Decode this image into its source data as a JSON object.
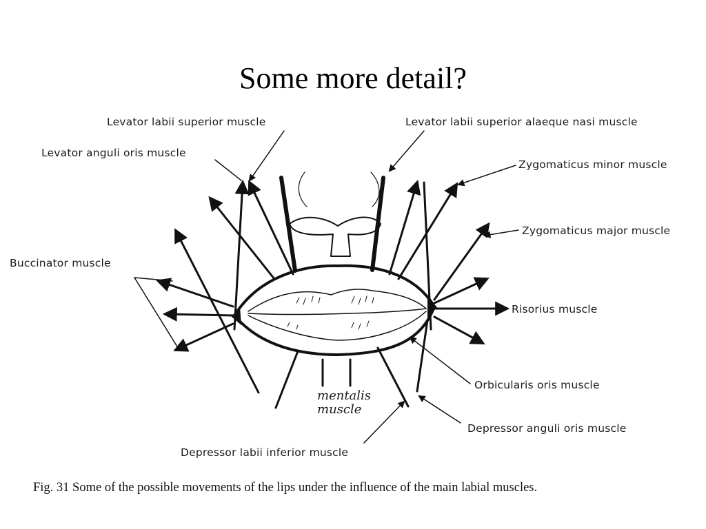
{
  "slide": {
    "title": "Some more detail?"
  },
  "labels": {
    "levator_labii_superior": "Levator labii superior muscle",
    "levator_alaeque_nasi": "Levator labii superior alaeque nasi muscle",
    "levator_anguli_oris": "Levator anguli oris muscle",
    "zygomaticus_minor": "Zygomaticus minor muscle",
    "zygomaticus_major": "Zygomaticus major muscle",
    "buccinator": "Buccinator muscle",
    "risorius": "Risorius muscle",
    "orbicularis_oris": "Orbicularis oris muscle",
    "depressor_anguli_oris": "Depressor anguli oris muscle",
    "depressor_labii_inferior": "Depressor labii inferior muscle",
    "mentalis_line1": "mentalis",
    "mentalis_line2": "muscle"
  },
  "caption": "Fig. 31 Some of the possible movements of the lips under the influence of the main labial muscles."
}
